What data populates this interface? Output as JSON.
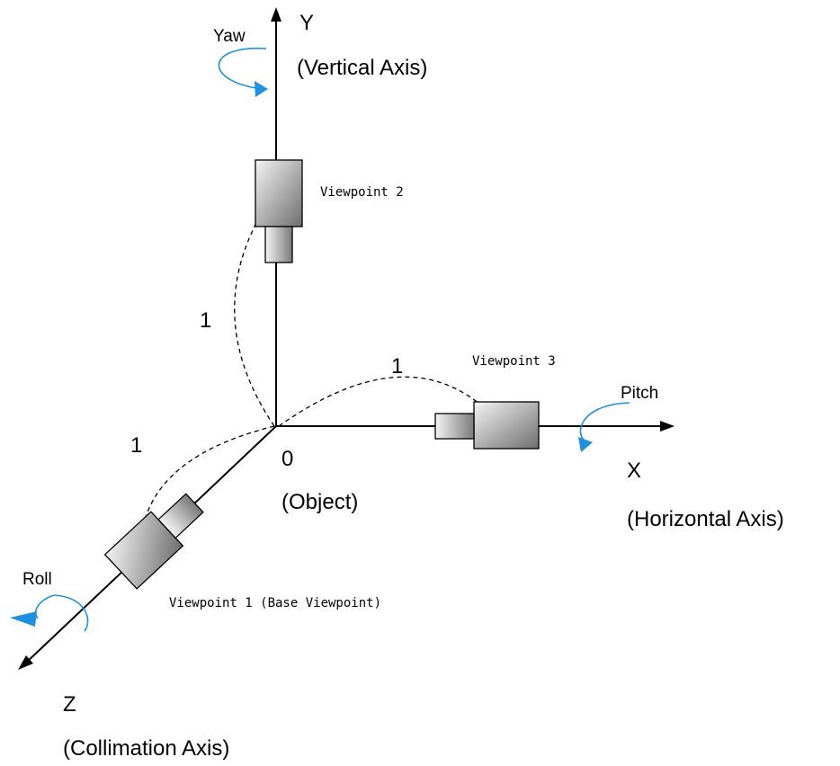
{
  "axes": {
    "y": {
      "letter": "Y",
      "name": "(Vertical Axis)",
      "rotation": "Yaw"
    },
    "x": {
      "letter": "X",
      "name": "(Horizontal Axis)",
      "rotation": "Pitch"
    },
    "z": {
      "letter": "Z",
      "name": "(Collimation Axis)",
      "rotation": "Roll"
    }
  },
  "origin": {
    "label": "0",
    "name": "(Object)"
  },
  "distances": [
    "1",
    "1",
    "1"
  ],
  "viewpoints": [
    "Viewpoint 1 (Base Viewpoint)",
    "Viewpoint 2",
    "Viewpoint 3"
  ],
  "colors": {
    "rotation_arrow": "#1e90e0",
    "camera_dark": "#6e6e6e",
    "camera_light": "#f2f2f2"
  }
}
